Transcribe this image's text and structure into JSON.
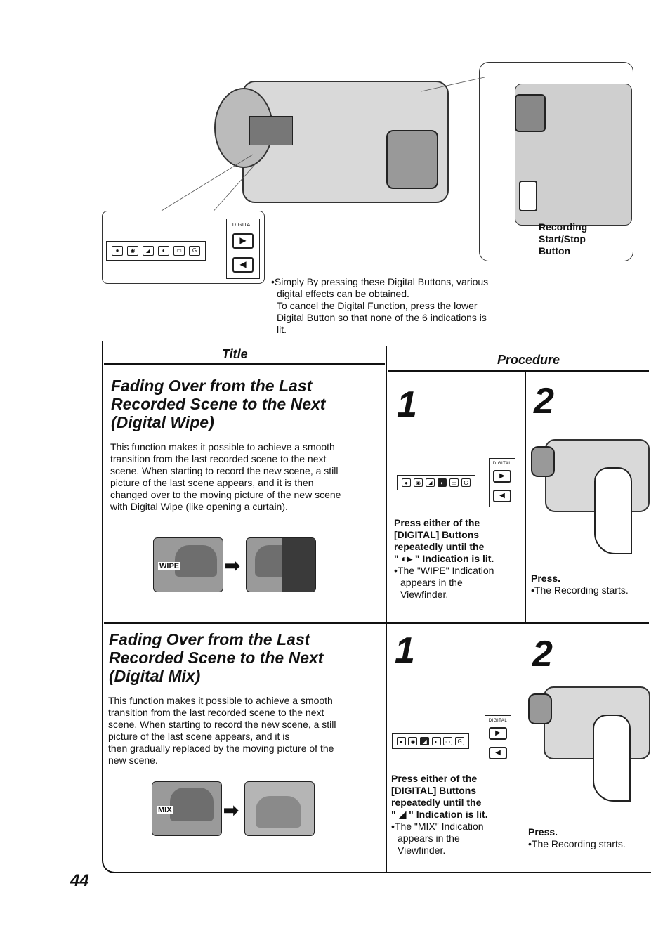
{
  "top": {
    "recording_label": "Recording\nStart/Stop\nButton",
    "digital_label": "DIGITAL",
    "note_lines": [
      "•Simply By pressing these Digital Buttons, various",
      "digital effects can be obtained.",
      "To cancel the Digital Function, press the lower",
      "Digital Button so that none of the 6 indications is",
      "lit."
    ]
  },
  "table": {
    "title_header": "Title",
    "procedure_header": "Procedure"
  },
  "wipe": {
    "heading_lines": [
      "Fading Over from the Last",
      "Recorded Scene to the Next",
      "(Digital Wipe)"
    ],
    "body_lines": [
      "This function makes it possible to achieve a smooth",
      "transition from the last recorded scene to the next",
      "scene. When starting to record the new scene, a still",
      "picture of the last scene appears, and it is then",
      "changed over to the moving picture of the new scene",
      "with Digital Wipe (like opening a curtain)."
    ],
    "photo_tag": "WIPE",
    "step1_num": "1",
    "step1_bold_lines": [
      "Press either of the",
      "[DIGITAL] Buttons",
      "repeatedly until the",
      "\" ◐▸ \" Indication is lit."
    ],
    "step1_note_lines": [
      "•The \"WIPE\" Indication",
      "appears in the",
      "Viewfinder."
    ],
    "step2_num": "2",
    "step2_bold": "Press.",
    "step2_note": "•The Recording starts."
  },
  "mix": {
    "heading_lines": [
      "Fading Over from the Last",
      "Recorded Scene to the Next",
      "(Digital Mix)"
    ],
    "body_lines": [
      "This function makes it possible to achieve a smooth",
      "transition from the last recorded scene to the next",
      "scene. When starting to record the new scene, a still",
      "picture of the last scene appears, and it is",
      "then gradually replaced by the moving picture of the",
      "new scene."
    ],
    "photo_tag": "MIX",
    "step1_num": "1",
    "step1_bold_lines": [
      "Press either of the",
      "[DIGITAL] Buttons",
      "repeatedly until the",
      "\" ◢ \" Indication is lit."
    ],
    "step1_note_lines": [
      "•The \"MIX\" Indication",
      "appears in the",
      "Viewfinder."
    ],
    "step2_num": "2",
    "step2_bold": "Press.",
    "step2_note": "•The Recording starts."
  },
  "page_number": "44",
  "icons": {
    "arrow": "right-arrow-icon",
    "up_button": "triangle-right-icon",
    "down_button": "triangle-left-icon"
  }
}
